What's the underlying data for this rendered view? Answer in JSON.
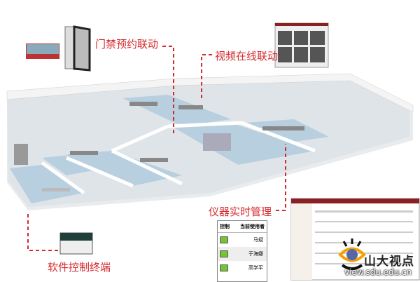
{
  "labels": {
    "access": "门禁预约联动",
    "video": "视频在线联动",
    "instrument": "仪器实时管理",
    "terminal": "软件控制终端"
  },
  "user_table": {
    "headers": [
      "控制",
      "当前使用者"
    ],
    "rows": [
      "马斌",
      "于海娜",
      "高学平"
    ]
  },
  "watermark": {
    "name": "山大视点",
    "url": "view.sdu.edu.cn"
  },
  "colors": {
    "accent": "#d42a2e",
    "floor": "#b8cfe0",
    "monitor": "#7bc233"
  }
}
